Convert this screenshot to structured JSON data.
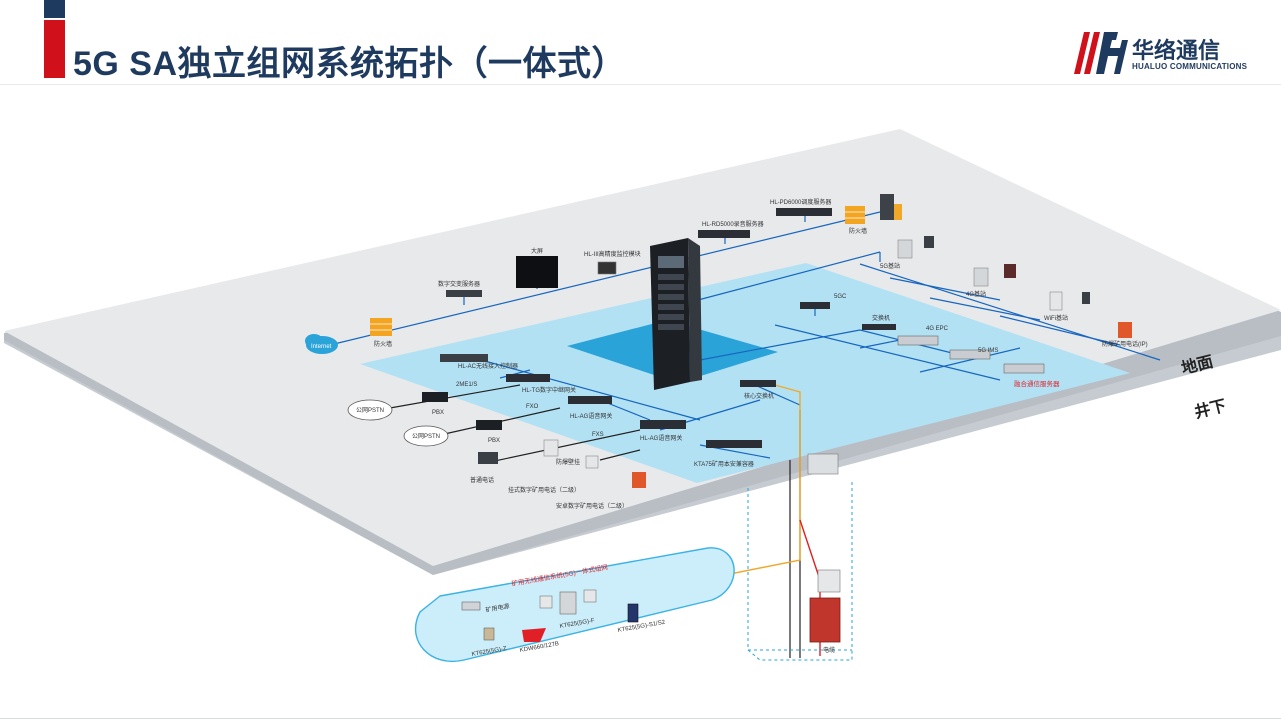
{
  "header": {
    "title": "5G SA独立组网系统拓扑（一体式）",
    "logo_cn": "华络通信",
    "logo_en": "HUALUO COMMUNICATIONS"
  },
  "zones": {
    "surface": "地面",
    "underground": "井下"
  },
  "devices": {
    "internet": "Internet",
    "firewall_left": "防火墙",
    "digital_server": "数字交变服务器",
    "big_screen": "大屏",
    "hl_monitor": "HL-III高精度监控模块",
    "hl_rd5000": "HL-RD5000录音服务器",
    "hl_pd6000": "HL-PD6000调度服务器",
    "firewall_right": "防火墙",
    "5gc": "5GC",
    "switch": "交换机",
    "4g_epc": "4G EPC",
    "5g_ims": "5G IMS",
    "server_rack": "融合通信服务器",
    "5g_bs": "5G基站",
    "4g_bs": "4G基站",
    "wifi_ap": "WiFi基站",
    "mine_phone_ip": "防爆矿用电话(IP)",
    "hl_ac": "HL-AC无线接入控制器",
    "e1": "2ME1/S",
    "hl_tg": "HL-TG数字中继网关",
    "pbx_1": "PBX",
    "pstn_1": "公网PSTN",
    "fxo": "FXO",
    "hl_ag": "HL-AG语音网关",
    "pbx_2": "PBX",
    "pstn_2": "公网PSTN",
    "fxs": "FXS",
    "hl_ag2": "HL-AG语音网关",
    "core_switch": "核心交换机",
    "kta": "KTA75矿用本安兼容器",
    "phone_normal": "普通电话",
    "phone_wall": "防爆壁挂",
    "phone_b": "挂式数字矿用电话（二级）",
    "phone_c": "安卓数字矿用电话（二级）"
  },
  "tunnel": {
    "title": "矿用无线通信系统(5G)一体式组网",
    "left_dev": "矿用电源",
    "kt_z": "KT625(5G)-Z",
    "kdw": "KDW660/127B",
    "kt_f": "KT625(5G)-F",
    "kt_s": "KT625(5G)-S1/S2",
    "shaft": "电缆"
  }
}
